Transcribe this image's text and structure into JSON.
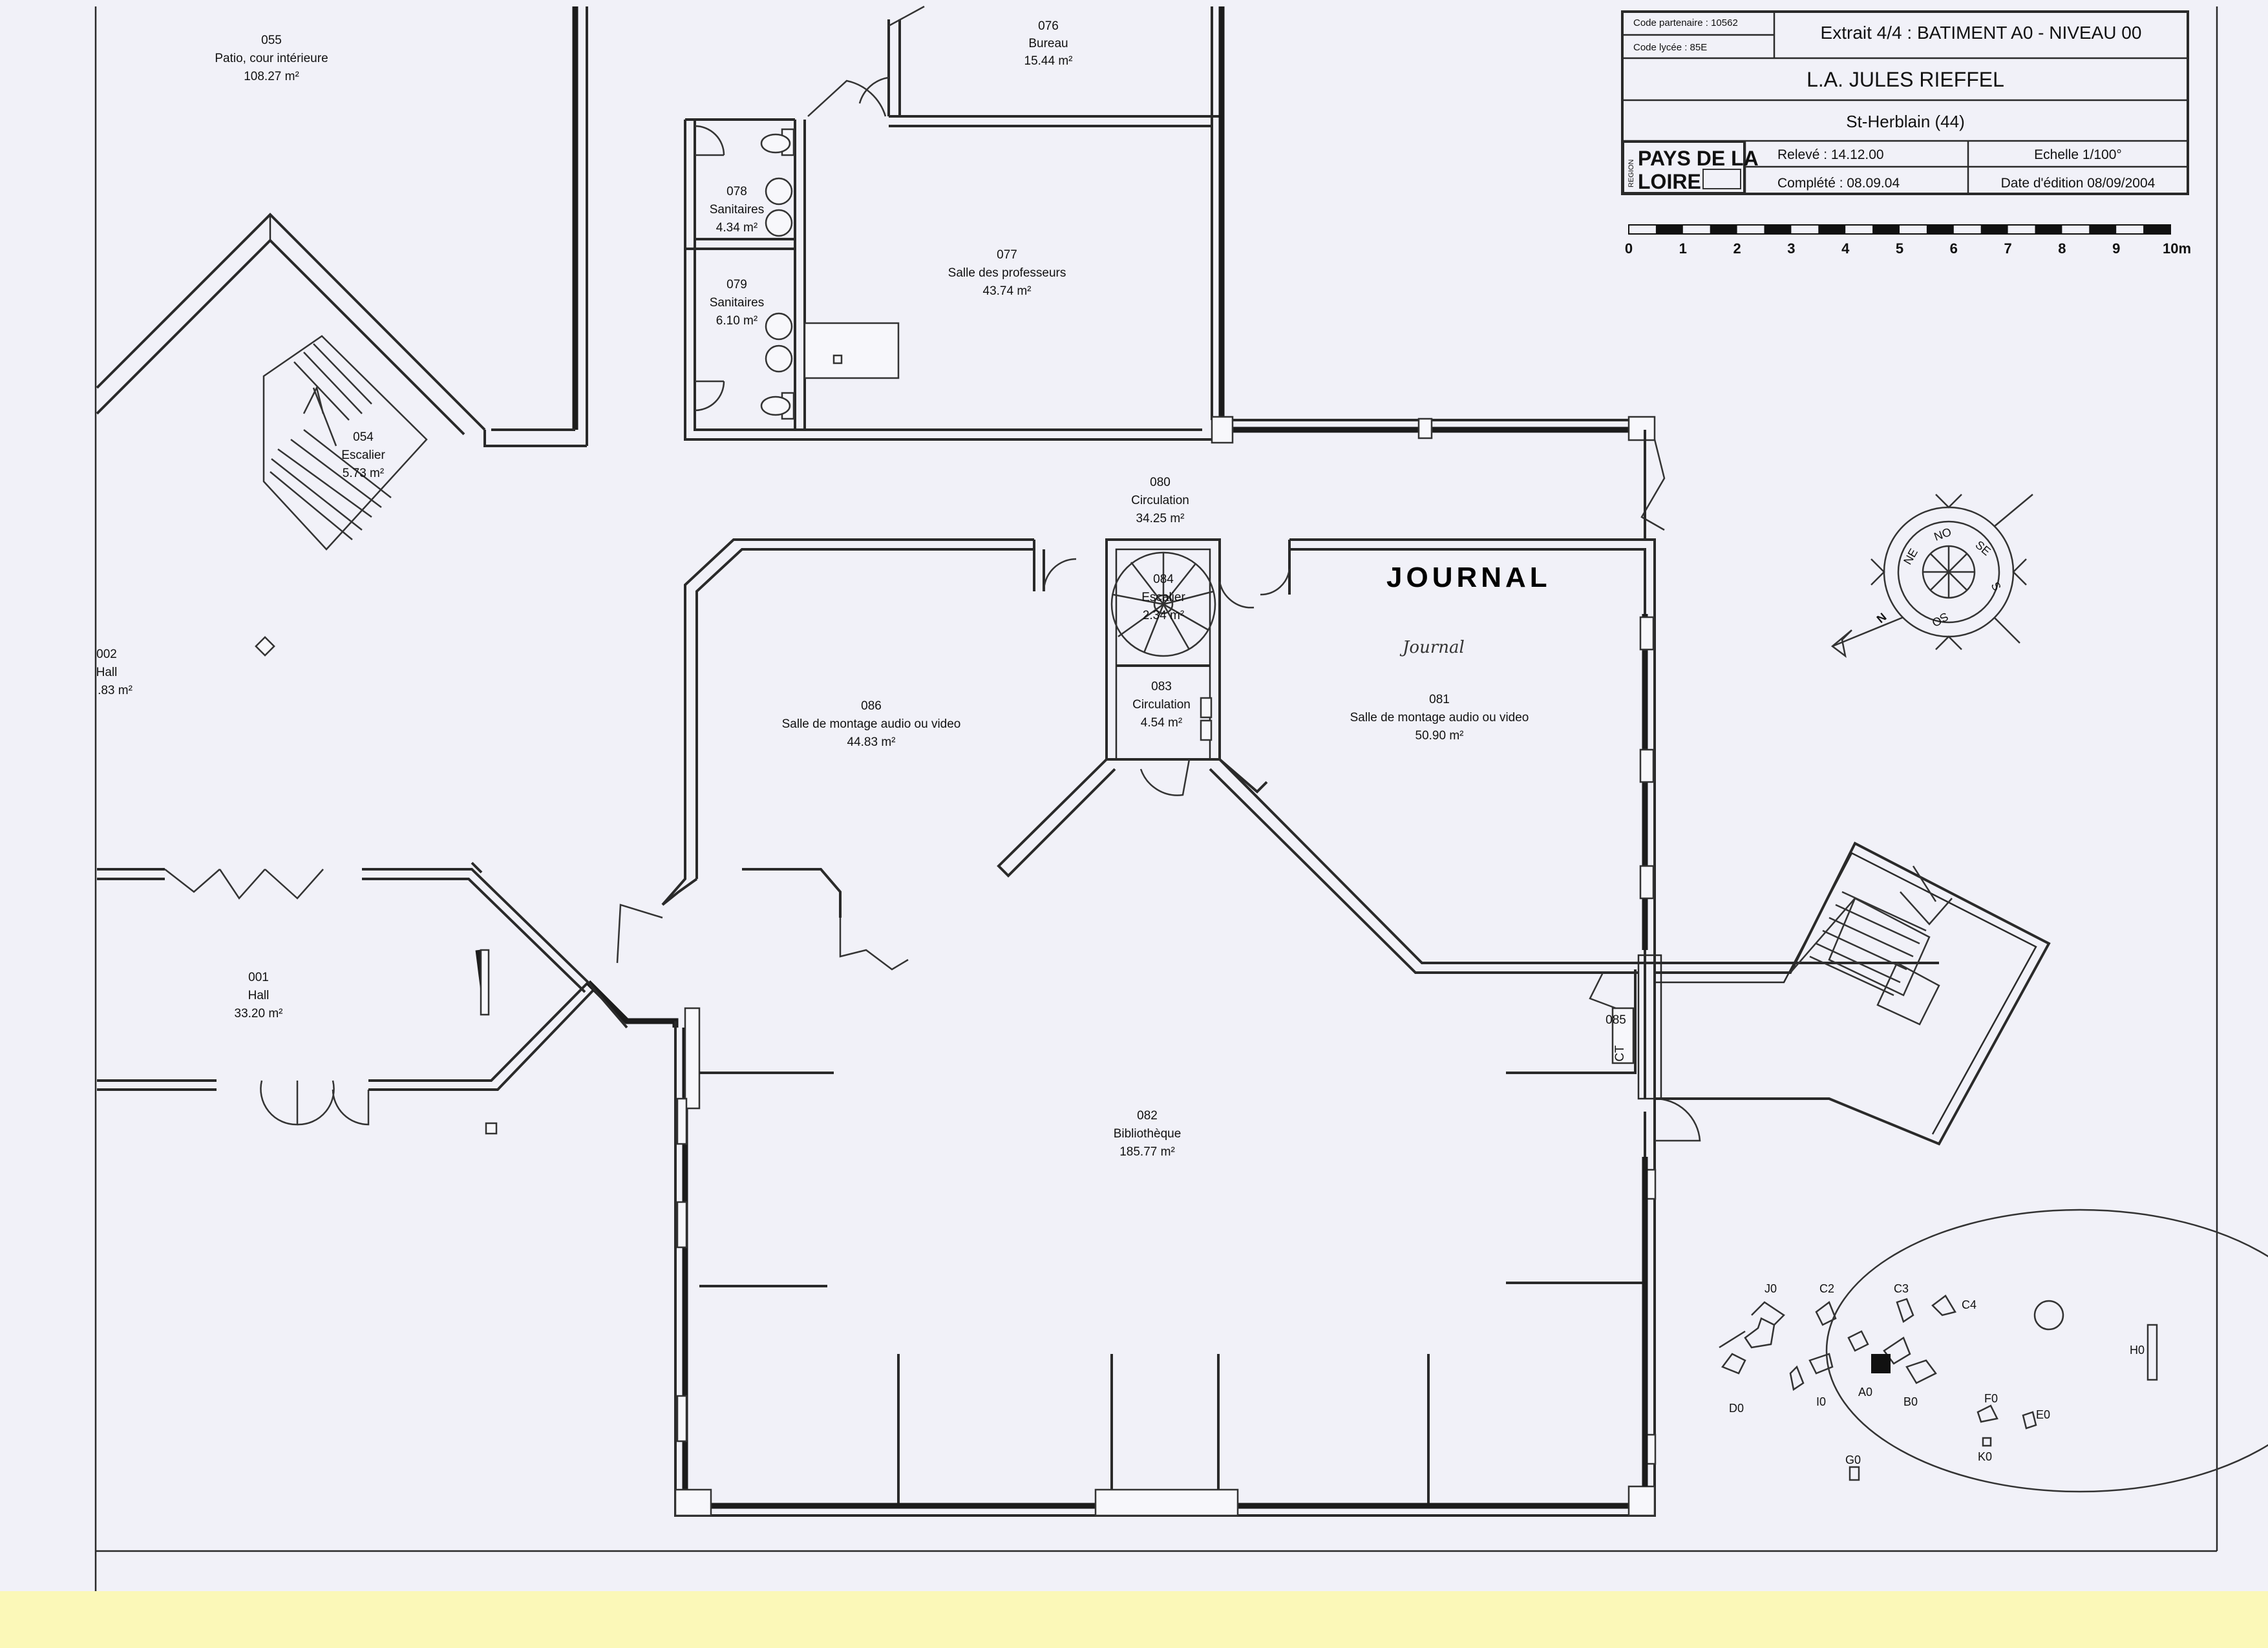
{
  "title_block": {
    "code_partenaire": "Code partenaire : 10562",
    "code_lycee": "Code lycée : 85E",
    "extract_title": "Extrait 4/4 : BATIMENT A0 - NIVEAU 00",
    "school_name": "L.A. JULES RIEFFEL",
    "city": "St-Herblain (44)",
    "logo_line1": "PAYS DE LA",
    "logo_line2": "LOIRE",
    "logo_region": "REGION",
    "releve": "Relevé : 14.12.00",
    "complete": "Complété : 08.09.04",
    "echelle": "Echelle  1/100°",
    "date_edition": "Date d'édition 08/09/2004"
  },
  "scale_bar": {
    "ticks": [
      "0",
      "1",
      "2",
      "3",
      "4",
      "5",
      "6",
      "7",
      "8",
      "9",
      "10m"
    ]
  },
  "rooms": {
    "r055": {
      "num": "055",
      "name": "Patio, cour intérieure",
      "area": "108.27 m²"
    },
    "r076": {
      "num": "076",
      "name": "Bureau",
      "area": "15.44 m²"
    },
    "r077": {
      "num": "077",
      "name": "Salle des professeurs",
      "area": "43.74 m²"
    },
    "r078": {
      "num": "078",
      "name": "Sanitaires",
      "area": "4.34 m²"
    },
    "r079": {
      "num": "079",
      "name": "Sanitaires",
      "area": "6.10 m²"
    },
    "r054": {
      "num": "054",
      "name": "Escalier",
      "area": "5.73 m²"
    },
    "r080": {
      "num": "080",
      "name": "Circulation",
      "area": "34.25 m²"
    },
    "r084": {
      "num": "084",
      "name": "Escalier",
      "area": "2.34 m²"
    },
    "r083": {
      "num": "083",
      "name": "Circulation",
      "area": "4.54 m²"
    },
    "r086": {
      "num": "086",
      "name": "Salle de montage audio ou video",
      "area": "44.83 m²"
    },
    "r081": {
      "num": "081",
      "name": "Salle de montage audio ou video",
      "area": "50.90 m²"
    },
    "r002": {
      "num": "002",
      "name": "Hall",
      "area": ".83 m²"
    },
    "r001": {
      "num": "001",
      "name": "Hall",
      "area": "33.20 m²"
    },
    "r085": {
      "num": "085",
      "name": "CT"
    },
    "r082": {
      "num": "082",
      "name": "Bibliothèque",
      "area": "185.77 m²"
    }
  },
  "annotations": {
    "journal_main": "JOURNAL",
    "journal_small": "Journal"
  },
  "compass_letters": [
    "N",
    "NE",
    "SE",
    "S",
    "SO",
    "NO"
  ],
  "site_plan": {
    "buildings": [
      "J0",
      "C2",
      "C3",
      "C4",
      "H0",
      "D0",
      "I0",
      "A0",
      "B0",
      "F0",
      "E0",
      "G0",
      "K0"
    ]
  },
  "colors": {
    "sheet": "#f1f1f8",
    "margin": "#fbf8b8",
    "ink": "#2a2a2a"
  }
}
